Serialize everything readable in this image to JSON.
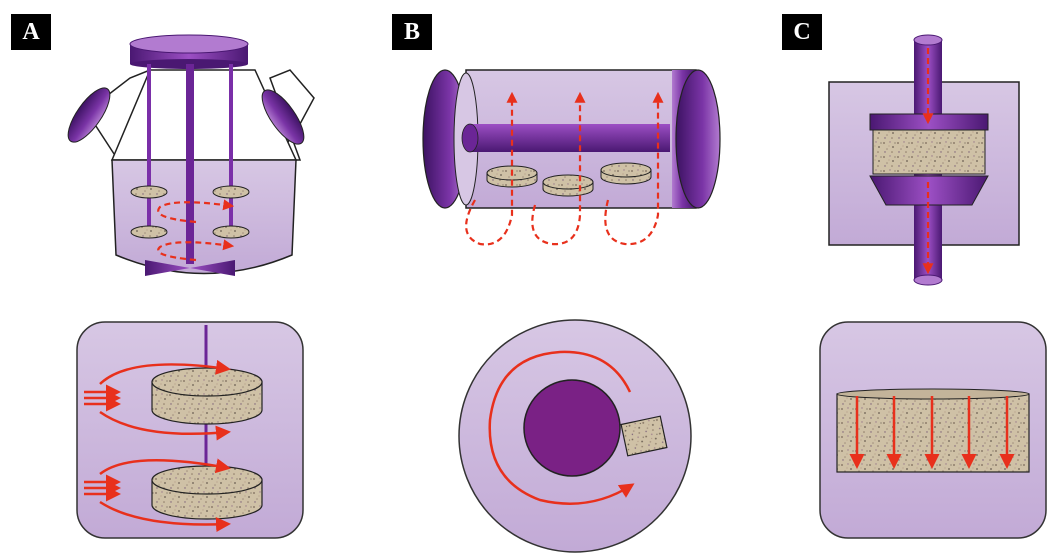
{
  "panels": {
    "a": {
      "label": "A"
    },
    "b": {
      "label": "B"
    },
    "c": {
      "label": "C"
    }
  },
  "colors": {
    "vessel_fill": "#cbb6d9",
    "purple_dark": "#5a1f82",
    "purple_mid": "#8a3db0",
    "purple_light": "#b58acb",
    "arrow_red": "#e8301c",
    "scaffold": "#cdbfa6",
    "outline": "#222222"
  },
  "icons": [
    "curved-arrow-icon",
    "dashed-arrow-icon",
    "scaffold-disc-icon"
  ]
}
